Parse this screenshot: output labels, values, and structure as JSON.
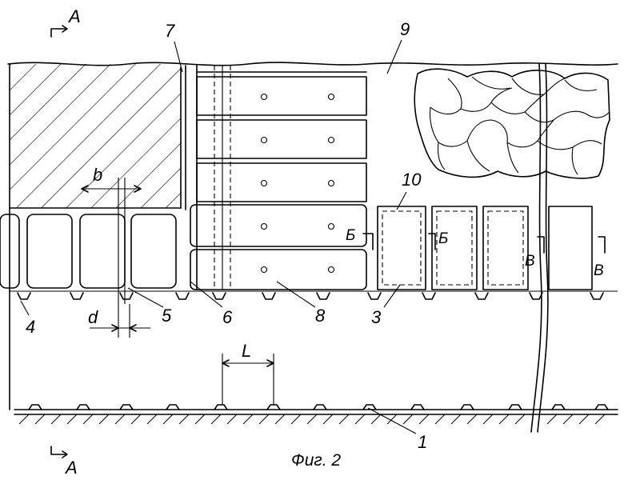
{
  "caption": "Фиг. 2",
  "section_marks": {
    "top": "A",
    "bottom": "A"
  },
  "dimensions": {
    "b": "b",
    "d": "d",
    "L": "L"
  },
  "cut_marks": {
    "B1_left": "Б",
    "B1_right": "Б",
    "V_left": "В",
    "V_right": "В"
  },
  "callouts": {
    "n1": "1",
    "n3": "3",
    "n4": "4",
    "n5": "5",
    "n6": "6",
    "n7": "7",
    "n8": "8",
    "n9": "9",
    "n10": "10"
  }
}
